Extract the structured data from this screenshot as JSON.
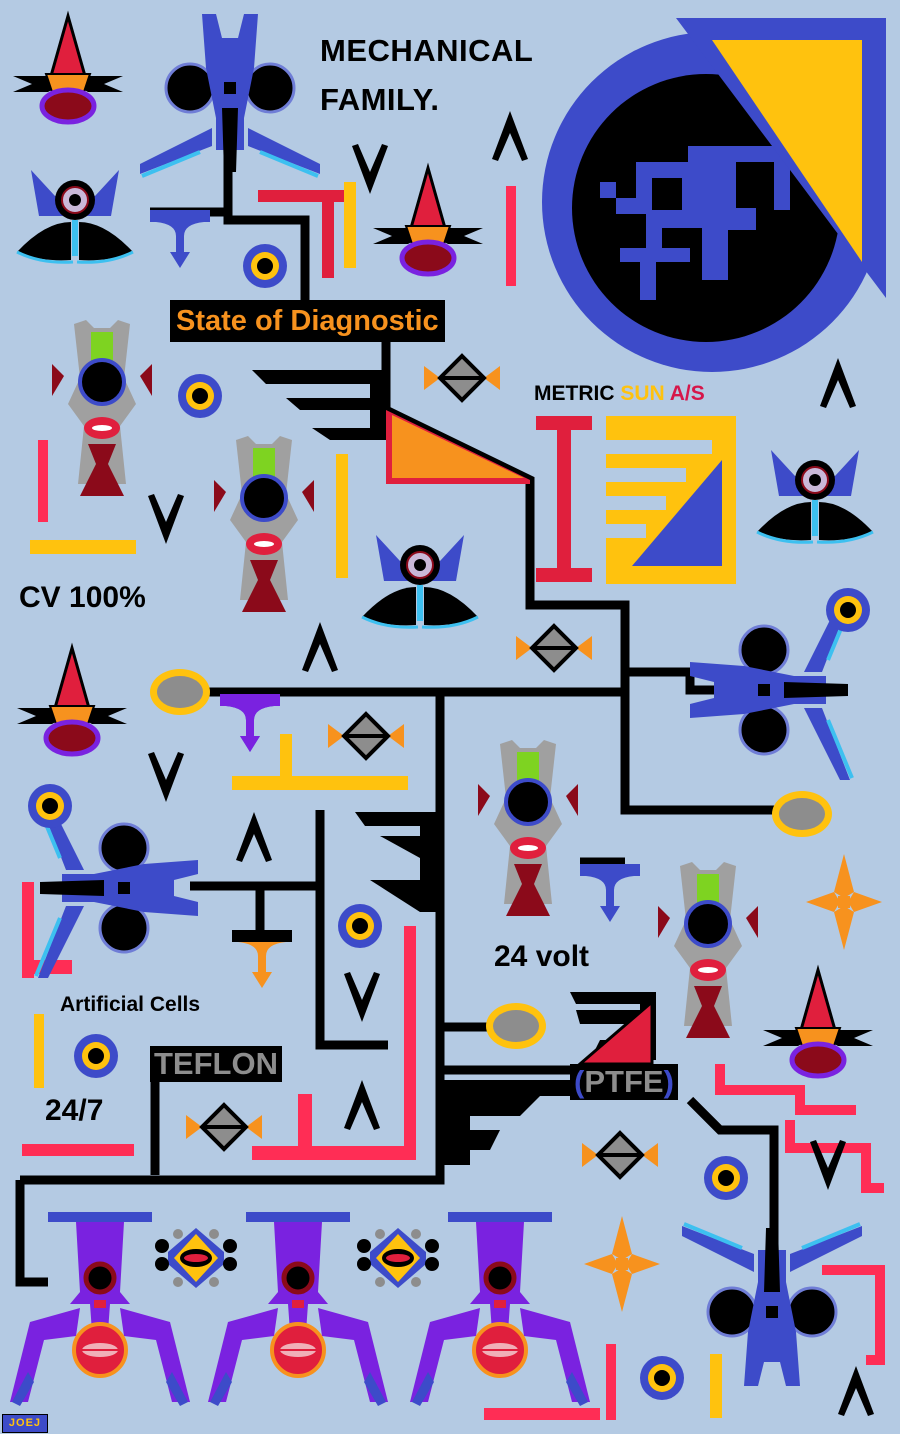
{
  "title": {
    "line1": "MECHANICAL",
    "line2": "FAMILY."
  },
  "labels": {
    "state_of_diagnostic": "State of Diagnostic",
    "metric_a": "METRIC",
    "metric_b": "SUN",
    "metric_c": "A/S",
    "cv": "CV 100%",
    "volt": "24 volt",
    "artificial_cells": "Artificial Cells",
    "hours": "24/7",
    "teflon": "TEFLON",
    "ptfe_open": "(",
    "ptfe_text": "PTFE",
    "ptfe_close": ")"
  },
  "signature": "JOEJ",
  "colors": {
    "background": "#b4cae3",
    "blue": "#3d4bc9",
    "purple": "#7a22e0",
    "red": "#e01f3d",
    "crimson": "#ff2d55",
    "orange": "#f7921e",
    "yellow": "#ffc20e",
    "black": "#000000",
    "gray": "#8d8d8d",
    "green": "#7ed321",
    "maroon": "#8b0a1a"
  }
}
